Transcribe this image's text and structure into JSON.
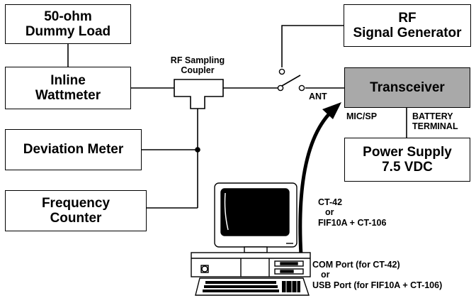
{
  "boxes": {
    "dummy_load": {
      "line1": "50-ohm",
      "line2": "Dummy Load"
    },
    "wattmeter": {
      "line1": "Inline",
      "line2": "Wattmeter"
    },
    "deviation_meter": {
      "line1": "Deviation Meter"
    },
    "frequency_counter": {
      "line1": "Frequency",
      "line2": "Counter"
    },
    "signal_generator": {
      "line1": "RF",
      "line2": "Signal Generator"
    },
    "transceiver": {
      "line1": "Transceiver"
    },
    "power_supply": {
      "line1": "Power Supply",
      "line2": "7.5 VDC"
    }
  },
  "labels": {
    "coupler_line1": "RF Sampling",
    "coupler_line2": "Coupler",
    "ant": "ANT",
    "mic_sp": "MIC/SP",
    "battery_line1": "BATTERY",
    "battery_line2": "TERMINAL",
    "cable_line1": "CT-42",
    "cable_line2": "or",
    "cable_line3": "FIF10A + CT-106",
    "port_line1": "COM Port (for CT-42)",
    "port_line2": "or",
    "port_line3": "USB Port (for FIF10A + CT-106)"
  },
  "colors": {
    "transceiver_fill": "#a9a9a9",
    "line": "#000000",
    "screen": "#000000"
  },
  "icons": {
    "computer": "desktop-computer-icon",
    "switch": "rf-switch-icon"
  }
}
